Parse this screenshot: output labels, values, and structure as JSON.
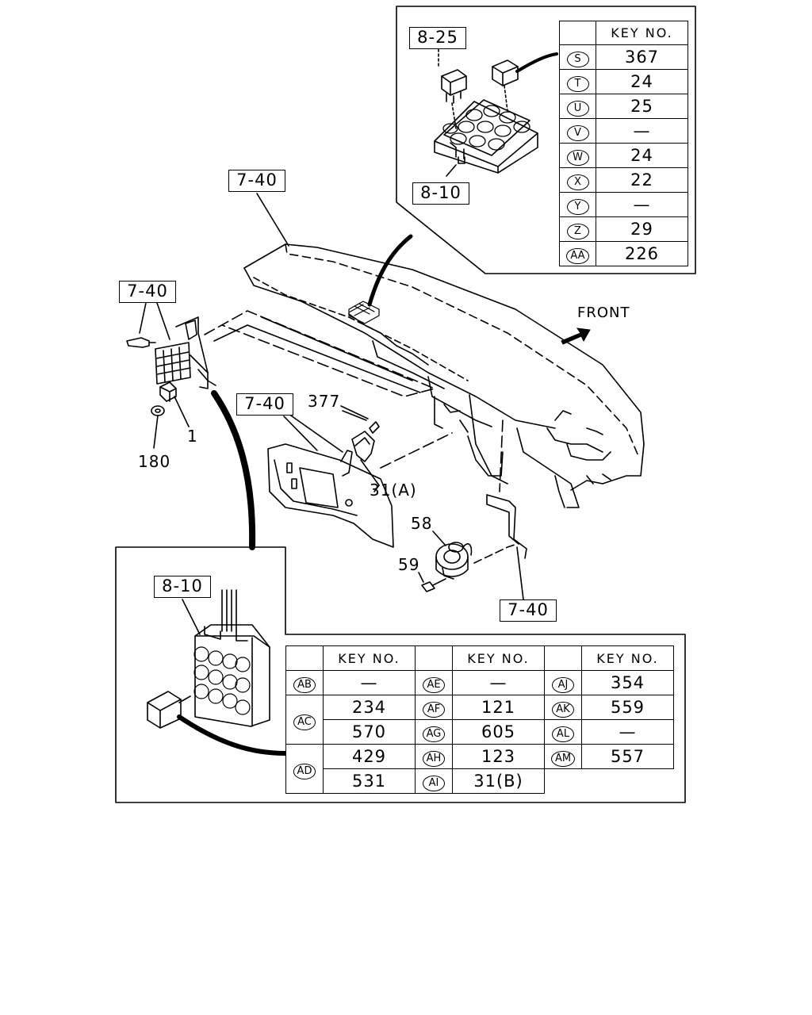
{
  "ref_boxes": {
    "ref_825": "8-25",
    "ref_810_top": "8-10",
    "ref_740_main": "7-40",
    "ref_740_left": "7-40",
    "ref_740_mid": "7-40",
    "ref_740_bottom": "7-40",
    "ref_810_inset": "8-10"
  },
  "callouts": {
    "c1": "1",
    "c180": "180",
    "c377": "377",
    "c31a": "31(A)",
    "c58": "58",
    "c59": "59",
    "front": "FRONT"
  },
  "top_table": {
    "header": "KEY NO.",
    "rows": [
      {
        "code": "S",
        "value": "367"
      },
      {
        "code": "T",
        "value": "24"
      },
      {
        "code": "U",
        "value": "25"
      },
      {
        "code": "V",
        "value": "—"
      },
      {
        "code": "W",
        "value": "24"
      },
      {
        "code": "X",
        "value": "22"
      },
      {
        "code": "Y",
        "value": "—"
      },
      {
        "code": "Z",
        "value": "29"
      },
      {
        "code": "AA",
        "value": "226"
      }
    ]
  },
  "bottom_table": {
    "header": "KEY NO.",
    "col1": {
      "AB": "—",
      "AC": [
        "234",
        "570"
      ],
      "AD": [
        "429",
        "531"
      ]
    },
    "col2": {
      "AE": "—",
      "AF": "121",
      "AG": "605",
      "AH": "123",
      "AI": "31(B)"
    },
    "col3": {
      "AJ": "354",
      "AK": "559",
      "AL": "—",
      "AM": "557"
    },
    "codes": [
      "AB",
      "AC",
      "AD",
      "AE",
      "AF",
      "AG",
      "AH",
      "AI",
      "AJ",
      "AK",
      "AL",
      "AM"
    ]
  },
  "top_grid_letters": [
    "S",
    "T",
    "U",
    "V",
    "W",
    "X",
    "Y",
    "Z",
    "AA"
  ],
  "inset_grid_letters": [
    "AB",
    "AC",
    "AD",
    "AE",
    "AF",
    "AG",
    "AH",
    "AI",
    "AJ",
    "AK",
    "AL",
    "AM"
  ]
}
